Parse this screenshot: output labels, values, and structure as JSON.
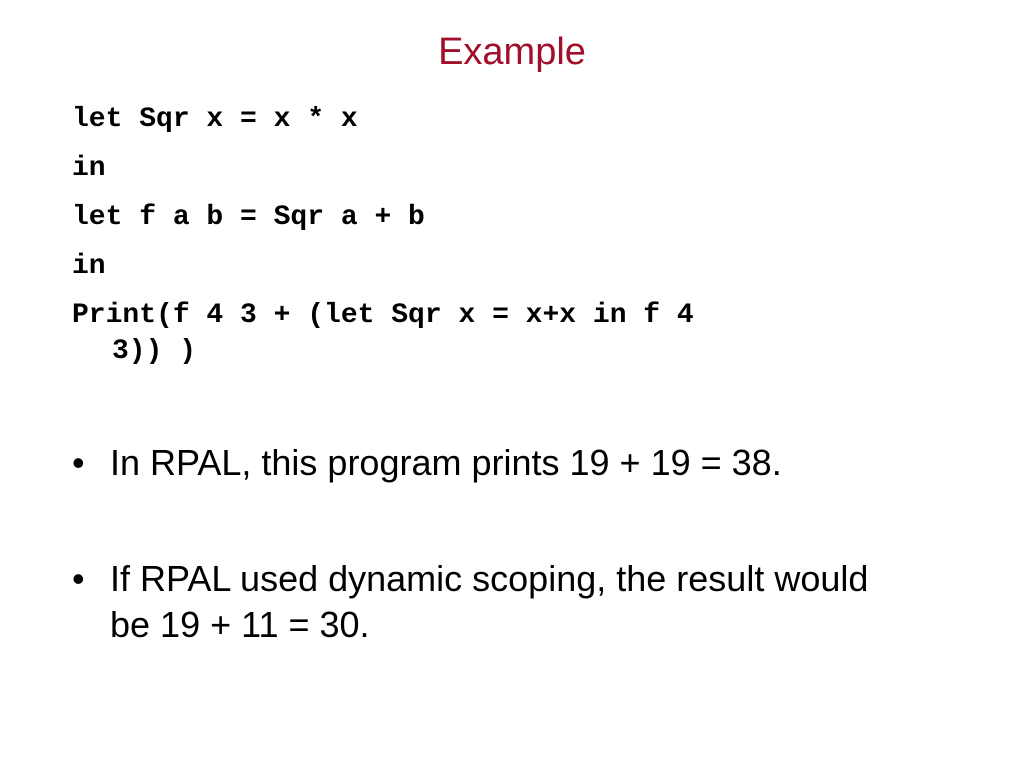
{
  "slide": {
    "title": "Example",
    "title_color": "#a0102a",
    "code_lines": [
      "let Sqr x = x * x",
      "in",
      "let f a b = Sqr a + b",
      "in",
      "Print(f 4 3 + (let Sqr x = x+x in f 4",
      "3)) )"
    ],
    "bullet_symbol": "•",
    "bullets": [
      "In RPAL, this program prints 19 + 19 = 38.",
      "If RPAL used dynamic scoping, the result would be 19 + 11 = 30."
    ]
  }
}
